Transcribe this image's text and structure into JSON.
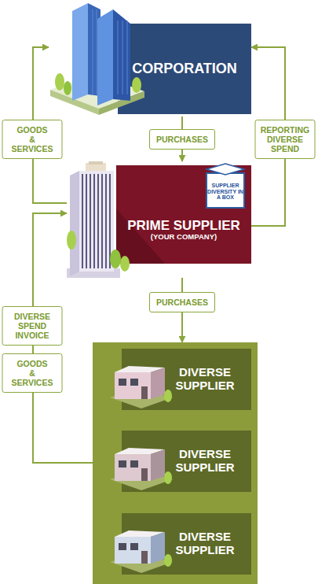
{
  "diagram": {
    "nodes": [
      {
        "text": [
          "CORPORATION"
        ]
      },
      {
        "text": [
          "PRIME SUPPLIER",
          "(YOUR COMPANY)"
        ]
      },
      {
        "text": [
          "SUPPLIER DIVERSITY IN A BOX"
        ],
        "in": 1
      },
      {
        "text": []
      },
      {
        "text": [
          "DIVERSE SUPPLIER"
        ],
        "in": 3
      },
      {
        "text": [
          "DIVERSE SUPPLIER"
        ],
        "in": 3
      },
      {
        "text": [
          "DIVERSE SUPPLIER"
        ],
        "in": 3
      }
    ],
    "edges": [
      {
        "from": 0,
        "to": 1,
        "label": "PURCHASES",
        "arrow": "to"
      },
      {
        "from": 1,
        "to": 0,
        "label": "GOODS & SERVICES",
        "arrow": "to"
      },
      {
        "from": 1,
        "to": 0,
        "label": "REPORTING DIVERSE SPEND",
        "arrow": "to"
      },
      {
        "from": 1,
        "to": 3,
        "label": "PURCHASES",
        "arrow": "to"
      },
      {
        "from": 3,
        "to": 1,
        "label": "GOODS & SERVICES",
        "arrow": "to"
      }
    ],
    "labels": [
      "DIVERSE SPEND INVOICE"
    ]
  }
}
